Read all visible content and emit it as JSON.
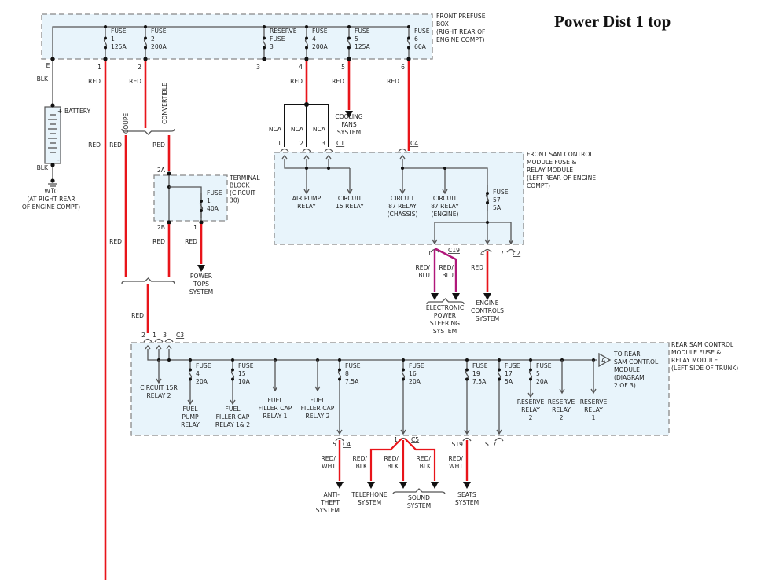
{
  "title": "Power Dist 1 top",
  "prefuse_box": {
    "label": [
      "FRONT PREFUSE",
      "BOX",
      "(RIGHT REAR OF",
      "ENGINE COMPT)"
    ],
    "fuses": [
      {
        "lines": [
          "FUSE",
          "1",
          "125A"
        ],
        "pin": "1",
        "wire": "RED"
      },
      {
        "lines": [
          "FUSE",
          "2",
          "200A"
        ],
        "pin": "2",
        "wire": "RED"
      },
      {
        "lines": [
          "RESERVE",
          "FUSE",
          "3"
        ],
        "pin": "3",
        "wire": ""
      },
      {
        "lines": [
          "FUSE",
          "4",
          "200A"
        ],
        "pin": "4",
        "wire": "RED"
      },
      {
        "lines": [
          "FUSE",
          "5",
          "125A"
        ],
        "pin": "5",
        "wire": "RED"
      },
      {
        "lines": [
          "FUSE",
          "6",
          "60A"
        ],
        "pin": "6",
        "wire": "RED"
      }
    ],
    "ground_pin": "E"
  },
  "battery": {
    "label": "BATTERY",
    "top_wire": "BLK",
    "bottom_wire": "BLK",
    "ground": [
      "W10",
      "(AT RIGHT REAR",
      "OF ENGINE COMPT)"
    ]
  },
  "variants": {
    "coupe": "COUPE",
    "convertible": "CONVERTIBLE",
    "wire_coupe": "RED",
    "wire_conv": "RED",
    "wire_left": "RED",
    "wire_merge": "RED"
  },
  "terminal_block": {
    "label": [
      "TERMINAL",
      "BLOCK",
      "(CIRCUIT",
      "30)"
    ],
    "fuse": [
      "FUSE",
      "1",
      "40A"
    ],
    "pins": {
      "in": "2A",
      "out": "2B",
      "fuse_out": "1"
    },
    "wires": {
      "left": "RED",
      "mid": "RED",
      "right": "RED"
    },
    "output": [
      "POWER",
      "TOPS",
      "SYSTEM"
    ]
  },
  "nca": {
    "labels": [
      "NCA",
      "NCA",
      "NCA"
    ],
    "pins": [
      "1",
      "2",
      "3"
    ],
    "connector": "C1"
  },
  "cooling": [
    "COOLING",
    "FANS",
    "SYSTEM"
  ],
  "front_sam": {
    "label": [
      "FRONT SAM CONTROL",
      "MODULE FUSE &",
      "RELAY MODULE",
      "(LEFT REAR OF ENGINE",
      "COMPT)"
    ],
    "c4": "C4",
    "items": [
      [
        "AIR PUMP",
        "RELAY"
      ],
      [
        "CIRCUIT",
        "15 RELAY"
      ],
      [
        "CIRCUIT",
        "87 RELAY",
        "(CHASSIS)"
      ],
      [
        "CIRCUIT",
        "87 RELAY",
        "(ENGINE)"
      ]
    ],
    "fuse": [
      "FUSE",
      "57",
      "5A"
    ],
    "out": {
      "pin1": "1",
      "c19": "C19",
      "pin4": "4",
      "pin7": "7",
      "c2": "C2"
    },
    "wires": {
      "eps1": [
        "RED/",
        "BLU"
      ],
      "eps2": [
        "RED/",
        "BLU"
      ],
      "eng": "RED"
    },
    "eps": [
      "ELECTRONIC",
      "POWER",
      "STEERING",
      "SYSTEM"
    ],
    "engine": [
      "ENGINE",
      "CONTROLS",
      "SYSTEM"
    ]
  },
  "rear_sam": {
    "label": [
      "REAR SAM CONTROL",
      "MODULE FUSE &",
      "RELAY MODULE",
      "(LEFT SIDE OF TRUNK)"
    ],
    "in_pins": [
      "2",
      "1",
      "3"
    ],
    "c3": "C3",
    "wire_in": "RED",
    "items": {
      "c15r": [
        "CIRCUIT 15R",
        "RELAY 2"
      ],
      "f4": [
        "FUSE",
        "4",
        "20A"
      ],
      "fuelpump": [
        "FUEL",
        "PUMP",
        "RELAY"
      ],
      "f15": [
        "FUSE",
        "15",
        "10A"
      ],
      "ffc12": [
        "FUEL",
        "FILLER CAP",
        "RELAY 1& 2"
      ],
      "ffc1": [
        "FUEL",
        "FILLER CAP",
        "RELAY 1"
      ],
      "ffc2": [
        "FUEL",
        "FILLER CAP",
        "RELAY 2"
      ],
      "f8": [
        "FUSE",
        "8",
        "7.5A"
      ],
      "f16": [
        "FUSE",
        "16",
        "20A"
      ],
      "f19": [
        "FUSE",
        "19",
        "7.5A"
      ],
      "f17": [
        "FUSE",
        "17",
        "5A"
      ],
      "f5": [
        "FUSE",
        "5",
        "20A"
      ],
      "rr2a": [
        "RESERVE",
        "RELAY",
        "2"
      ],
      "rr2b": [
        "RESERVE",
        "RELAY",
        "2"
      ],
      "rr1": [
        "RESERVE",
        "RELAY",
        "1"
      ],
      "toRear": [
        "TO REAR",
        "SAM CONTROL",
        "MODULE",
        "(DIAGRAM",
        "2 OF 3)"
      ],
      "offpage": "A"
    },
    "outs": {
      "p5": "5",
      "c4": "C4",
      "p1": "1",
      "c5": "C5",
      "s19": "S19",
      "s17": "S17"
    },
    "wires": {
      "antitheft": [
        "RED/",
        "WHT"
      ],
      "tel": [
        "RED/",
        "BLK"
      ],
      "snd1": [
        "RED/",
        "BLK"
      ],
      "snd2": [
        "RED/",
        "BLK"
      ],
      "seats": [
        "RED/",
        "WHT"
      ]
    },
    "systems": {
      "antitheft": [
        "ANTI-",
        "THEFT",
        "SYSTEM"
      ],
      "tel": [
        "TELEPHONE",
        "SYSTEM"
      ],
      "sound": [
        "SOUND",
        "SYSTEM"
      ],
      "seats": [
        "SEATS",
        "SYSTEM"
      ]
    }
  }
}
